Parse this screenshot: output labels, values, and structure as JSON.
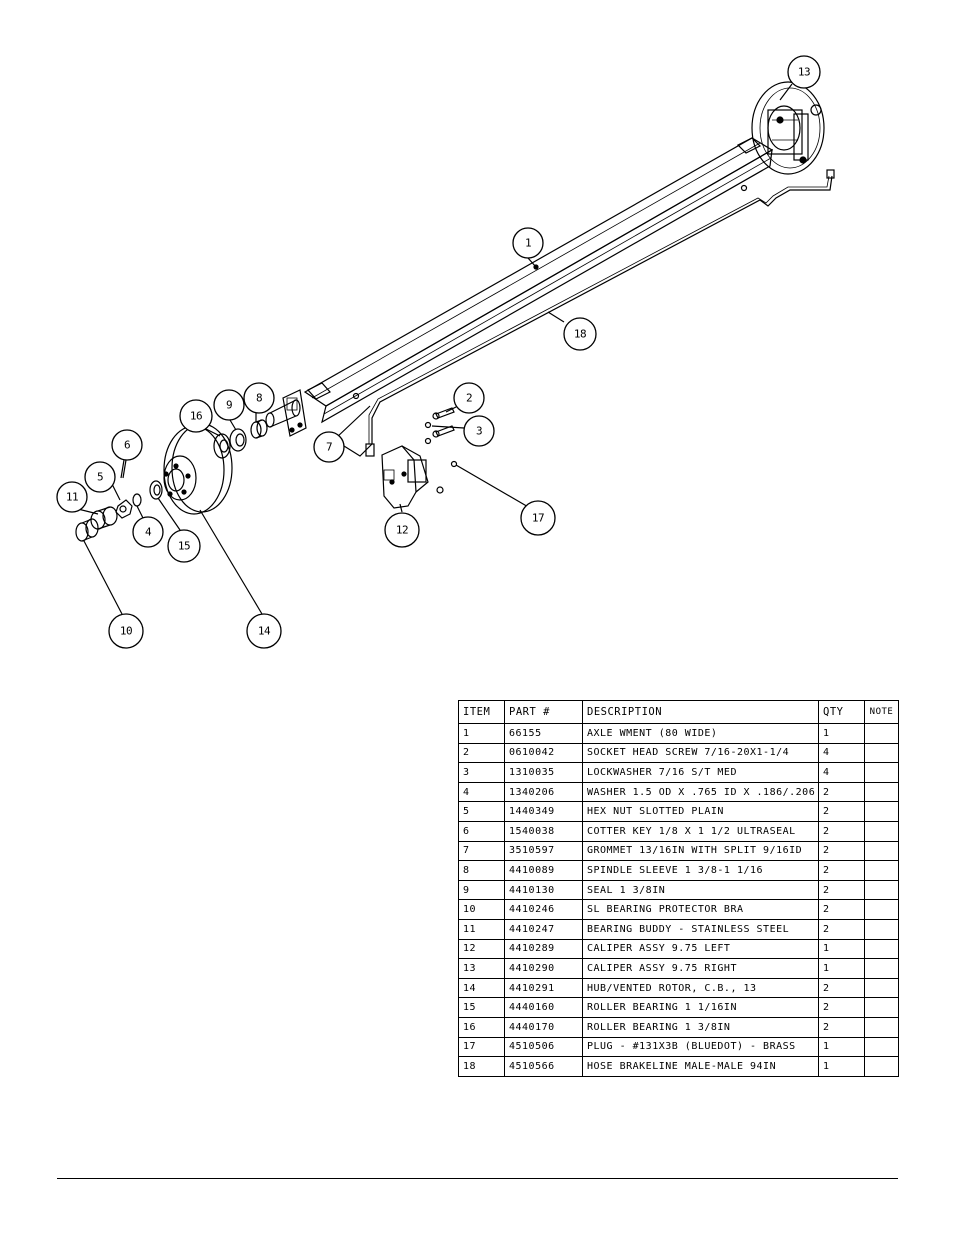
{
  "callouts": [
    {
      "id": "1",
      "label": "1"
    },
    {
      "id": "2",
      "label": "2"
    },
    {
      "id": "3",
      "label": "3"
    },
    {
      "id": "4",
      "label": "4"
    },
    {
      "id": "5",
      "label": "5"
    },
    {
      "id": "6",
      "label": "6"
    },
    {
      "id": "7",
      "label": "7"
    },
    {
      "id": "8",
      "label": "8"
    },
    {
      "id": "9",
      "label": "9"
    },
    {
      "id": "10",
      "label": "10"
    },
    {
      "id": "11",
      "label": "11"
    },
    {
      "id": "12",
      "label": "12"
    },
    {
      "id": "13",
      "label": "13"
    },
    {
      "id": "14",
      "label": "14"
    },
    {
      "id": "15",
      "label": "15"
    },
    {
      "id": "16",
      "label": "16"
    },
    {
      "id": "17",
      "label": "17"
    },
    {
      "id": "18",
      "label": "18"
    }
  ],
  "table": {
    "headers": {
      "item": "ITEM",
      "part": "PART #",
      "description": "DESCRIPTION",
      "qty": "QTY",
      "note": "NOTE"
    },
    "rows": [
      {
        "item": "1",
        "part": "66155",
        "description": "AXLE WMENT (80 WIDE)",
        "qty": "1",
        "note": ""
      },
      {
        "item": "2",
        "part": "0610042",
        "description": "SOCKET HEAD SCREW 7/16-20X1-1/4",
        "qty": "4",
        "note": ""
      },
      {
        "item": "3",
        "part": "1310035",
        "description": "LOCKWASHER 7/16 S/T MED",
        "qty": "4",
        "note": ""
      },
      {
        "item": "4",
        "part": "1340206",
        "description": "WASHER 1.5 OD X .765 ID X .186/.206",
        "qty": "2",
        "note": ""
      },
      {
        "item": "5",
        "part": "1440349",
        "description": "HEX NUT SLOTTED PLAIN",
        "qty": "2",
        "note": ""
      },
      {
        "item": "6",
        "part": "1540038",
        "description": "COTTER KEY 1/8 X 1 1/2 ULTRASEAL",
        "qty": "2",
        "note": ""
      },
      {
        "item": "7",
        "part": "3510597",
        "description": "GROMMET 13/16IN  WITH SPLIT 9/16ID",
        "qty": "2",
        "note": ""
      },
      {
        "item": "8",
        "part": "4410089",
        "description": "SPINDLE SLEEVE  1 3/8-1 1/16",
        "qty": "2",
        "note": ""
      },
      {
        "item": "9",
        "part": "4410130",
        "description": "SEAL  1 3/8IN",
        "qty": "2",
        "note": ""
      },
      {
        "item": "10",
        "part": "4410246",
        "description": "SL BEARING PROTECTOR BRA",
        "qty": "2",
        "note": ""
      },
      {
        "item": "11",
        "part": "4410247",
        "description": "BEARING BUDDY - STAINLESS STEEL",
        "qty": "2",
        "note": ""
      },
      {
        "item": "12",
        "part": "4410289",
        "description": "CALIPER ASSY 9.75 LEFT",
        "qty": "1",
        "note": ""
      },
      {
        "item": "13",
        "part": "4410290",
        "description": "CALIPER ASSY 9.75 RIGHT",
        "qty": "1",
        "note": ""
      },
      {
        "item": "14",
        "part": "4410291",
        "description": "HUB/VENTED ROTOR, C.B.,  13",
        "qty": "2",
        "note": ""
      },
      {
        "item": "15",
        "part": "4440160",
        "description": "ROLLER BEARING   1 1/16IN",
        "qty": "2",
        "note": ""
      },
      {
        "item": "16",
        "part": "4440170",
        "description": "ROLLER BEARING   1 3/8IN",
        "qty": "2",
        "note": ""
      },
      {
        "item": "17",
        "part": "4510506",
        "description": "PLUG - #131X3B (BLUEDOT) - BRASS",
        "qty": "1",
        "note": ""
      },
      {
        "item": "18",
        "part": "4510566",
        "description": "HOSE BRAKELINE MALE-MALE 94IN",
        "qty": "1",
        "note": ""
      }
    ]
  }
}
